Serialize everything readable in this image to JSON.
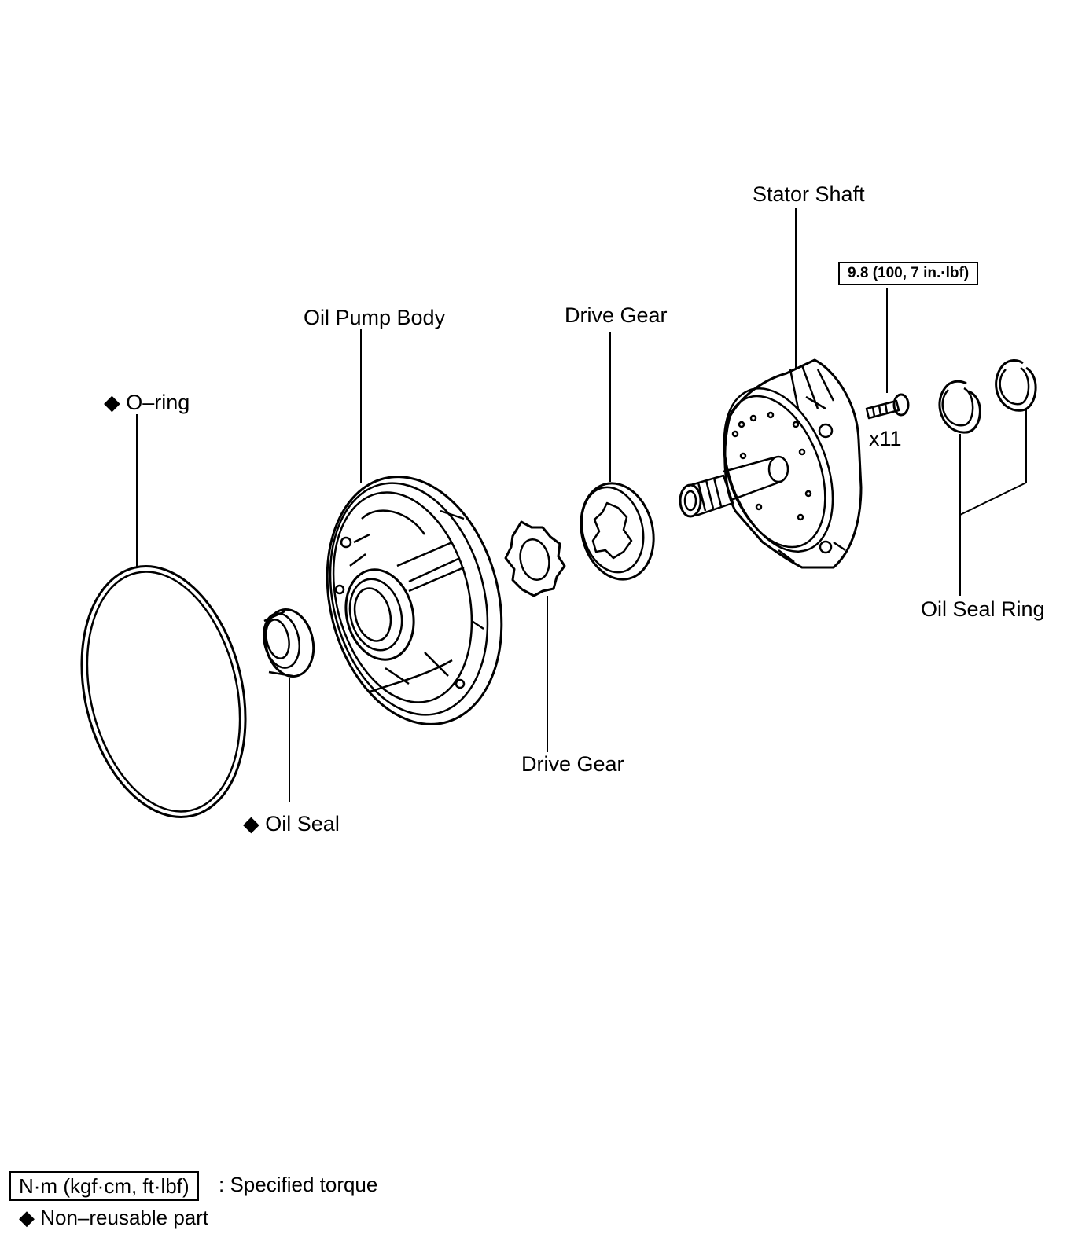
{
  "labels": {
    "stator_shaft": "Stator Shaft",
    "oil_pump_body": "Oil Pump Body",
    "drive_gear_top": "Drive Gear",
    "drive_gear_bottom": "Drive Gear",
    "o_ring": "O–ring",
    "oil_seal": "Oil Seal",
    "oil_seal_ring": "Oil Seal Ring",
    "bolt_qty": "x11"
  },
  "torque_spec": "9.8 (100, 7 in.·lbf)",
  "non_reusable_marker": "◆",
  "legend": {
    "unit_box": "N·m (kgf·cm, ft·lbf)",
    "unit_desc": ": Specified torque",
    "non_reusable": "◆ Non–reusable part"
  }
}
